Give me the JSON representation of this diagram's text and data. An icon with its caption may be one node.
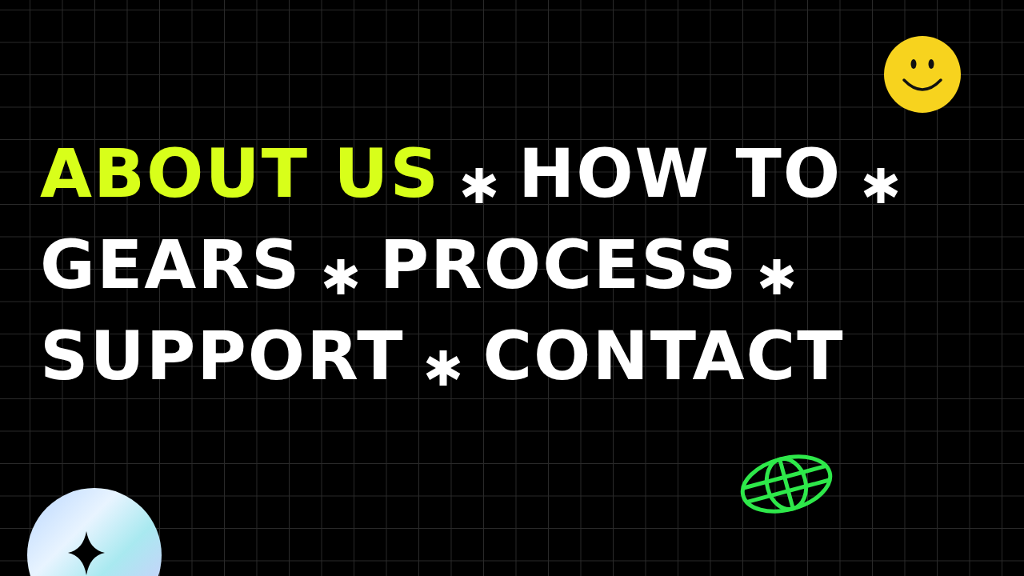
{
  "diagram": {
    "labels": [
      "ABOUT US",
      "HOW TO",
      "GEARS",
      "PROCESS",
      "SUPPORT",
      "CONTACT"
    ]
  }
}
